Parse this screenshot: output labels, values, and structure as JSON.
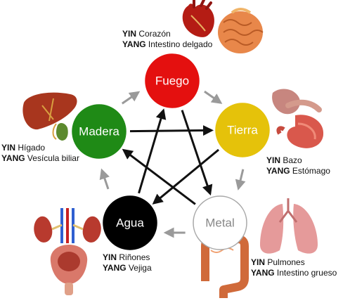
{
  "elements": [
    {
      "key": "fire",
      "name": "Fuego",
      "fill": "#e4100f",
      "text_color": "#ffffff",
      "stroke": "#e4100f",
      "yin_label": "YIN",
      "yin_organ": "Corazón",
      "yang_label": "YANG",
      "yang_organ": "Intestino delgado",
      "organ_icons": [
        "heart-icon",
        "small-intestine-icon"
      ]
    },
    {
      "key": "earth",
      "name": "Tierra",
      "fill": "#e5c20a",
      "text_color": "#ffffff",
      "stroke": "#e5c20a",
      "yin_label": "YIN",
      "yin_organ": "Bazo",
      "yang_label": "YANG",
      "yang_organ": "Estómago",
      "organ_icons": [
        "spleen-icon",
        "stomach-icon"
      ]
    },
    {
      "key": "metal",
      "name": "Metal",
      "fill": "#ffffff",
      "text_color": "#888888",
      "stroke": "#a8a8a8",
      "yin_label": "YIN",
      "yin_organ": "Pulmones",
      "yang_label": "YANG",
      "yang_organ": "Intestino grueso",
      "organ_icons": [
        "lungs-icon",
        "large-intestine-icon"
      ]
    },
    {
      "key": "water",
      "name": "Agua",
      "fill": "#000000",
      "text_color": "#ffffff",
      "stroke": "#000000",
      "yin_label": "YIN",
      "yin_organ": "Riñones",
      "yang_label": "YANG",
      "yang_organ": "Vejiga",
      "organ_icons": [
        "kidneys-icon",
        "bladder-icon"
      ]
    },
    {
      "key": "wood",
      "name": "Madera",
      "fill": "#1f8a16",
      "text_color": "#ffffff",
      "stroke": "#1f8a16",
      "yin_label": "YIN",
      "yin_organ": "Hígado",
      "yang_label": "YANG",
      "yang_organ": "Vesícula biliar",
      "organ_icons": [
        "liver-icon",
        "gallbladder-icon"
      ]
    }
  ],
  "generating_cycle": [
    [
      "wood",
      "fire"
    ],
    [
      "fire",
      "earth"
    ],
    [
      "earth",
      "metal"
    ],
    [
      "metal",
      "water"
    ],
    [
      "water",
      "wood"
    ]
  ],
  "controlling_cycle": [
    [
      "fire",
      "metal"
    ],
    [
      "metal",
      "wood"
    ],
    [
      "wood",
      "earth"
    ],
    [
      "earth",
      "water"
    ],
    [
      "water",
      "fire"
    ]
  ],
  "colors": {
    "generating_arrow": "#9a9a9a",
    "controlling_arrow": "#111111"
  }
}
